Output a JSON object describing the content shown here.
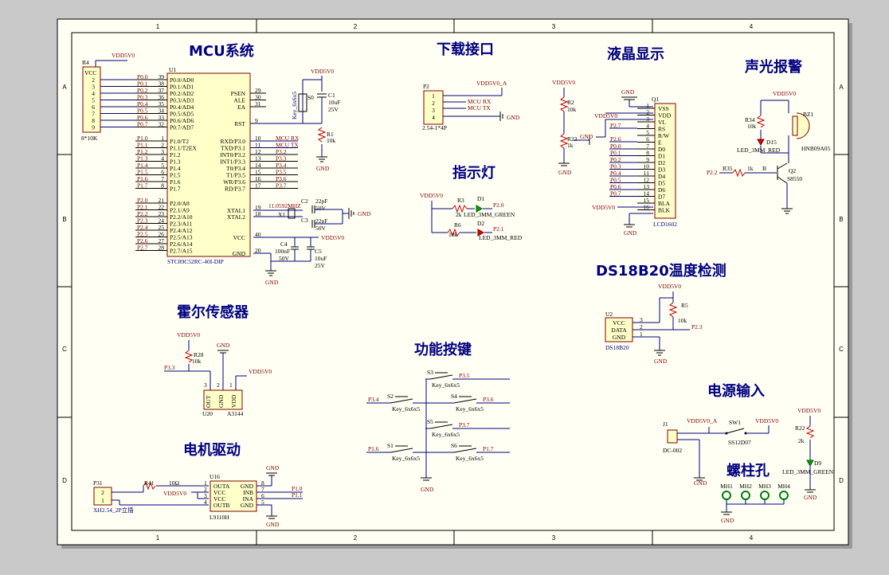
{
  "zones": {
    "cols": [
      "1",
      "2",
      "3",
      "4"
    ],
    "rows": [
      "A",
      "B",
      "C",
      "D"
    ]
  },
  "titles": {
    "mcu": "MCU系统",
    "download": "下载接口",
    "lcd": "液晶显示",
    "alarm": "声光报警",
    "indicator": "指示灯",
    "ds18b20": "DS18B20温度检测",
    "hall": "霍尔传感器",
    "keys": "功能按键",
    "power": "电源输入",
    "motor": "电机驱动",
    "holes": "螺柱孔"
  },
  "mcu": {
    "vdd": "VDD5V0",
    "r4": {
      "ref": "R4",
      "vcc": "VCC",
      "pins": [
        "2",
        "3",
        "4",
        "5",
        "6",
        "7",
        "8",
        "9"
      ],
      "value": "8*10K"
    },
    "u1": {
      "ref": "U1",
      "part": "STC89C52RC-40I-DIP",
      "p0_nets": [
        "P0.0",
        "P0.1",
        "P0.2",
        "P0.3",
        "P0.4",
        "P0.5",
        "P0.6",
        "P0.7"
      ],
      "p0_nums": [
        "39",
        "38",
        "37",
        "36",
        "35",
        "34",
        "33",
        "32"
      ],
      "p0_names": [
        "P0.0/AD0",
        "P0.1/AD1",
        "P0.2/AD2",
        "P0.3/AD3",
        "P0.4/AD4",
        "P0.5/AD5",
        "P0.6/AD6",
        "P0.7/AD7"
      ],
      "p1_nets": [
        "P1.0",
        "P1.1",
        "P1.2",
        "P1.3",
        "P1.4",
        "P1.5",
        "P1.6",
        "P1.7"
      ],
      "p1_nums": [
        "1",
        "2",
        "3",
        "4",
        "5",
        "6",
        "7",
        "8"
      ],
      "p1_names": [
        "P1.0/T2",
        "P1.1/T2EX",
        "P1.2",
        "P1.3",
        "P1.4",
        "P1.5",
        "P1.6",
        "P1.7"
      ],
      "p2_nets": [
        "P2.0",
        "P2.1",
        "P2.2",
        "P2.3",
        "P2.4",
        "P2.5",
        "P2.6",
        "P2.7"
      ],
      "p2_nums": [
        "21",
        "22",
        "23",
        "24",
        "25",
        "26",
        "27",
        "28"
      ],
      "p2_names": [
        "P2.0/A8",
        "P2.1/A9",
        "P2.2/A10",
        "P2.3/A11",
        "P2.4/A12",
        "P2.5/A13",
        "P2.6/A14",
        "P2.7/A15"
      ],
      "ctrl_names": [
        "PSEN",
        "ALE",
        "EA"
      ],
      "ctrl_nums": [
        "29",
        "30",
        "31"
      ],
      "rst": "RST",
      "rst_num": "9",
      "p3_names": [
        "RXD/P3.0",
        "TXD/P3.1",
        "INT0/P3.2",
        "INT1/P3.3",
        "T0/P3.4",
        "T1/P3.5",
        "WR/P3.6",
        "RD/P3.7"
      ],
      "p3_nums": [
        "10",
        "11",
        "12",
        "13",
        "14",
        "15",
        "16",
        "17"
      ],
      "p3_nets": [
        "MCU RX",
        "MCU TX",
        "P3.2",
        "P3.3",
        "P3.4",
        "P3.5",
        "P3.6",
        "P3.7"
      ],
      "xtal1": "XTAL1",
      "xtal2": "XTAL2",
      "xtal_nums": [
        "19",
        "18"
      ],
      "vcc": "VCC",
      "vcc_num": "40",
      "gnd": "GND",
      "gnd_num": "20"
    },
    "s0": "S0",
    "s0_part": "Key_6x6x5",
    "c1": {
      "ref": "C1",
      "val": "10uF",
      "volt": "25V"
    },
    "r1": {
      "ref": "R1",
      "val": "10k"
    },
    "x1": {
      "ref": "X1",
      "val": "11.0592MHZ"
    },
    "c2": {
      "ref": "C2",
      "val": "22pF",
      "volt": "50V"
    },
    "c3": {
      "ref": "C3",
      "val": "22pF",
      "volt": "50V"
    },
    "c4": {
      "ref": "C4",
      "val": "100nF",
      "volt": "50V"
    },
    "c5": {
      "ref": "C5",
      "val": "10uF",
      "volt": "25V"
    },
    "gnd": "GND"
  },
  "download": {
    "ref": "P2",
    "part": "2.54-1*4P",
    "vdd": "VDD5V0_A",
    "rx": "MCU RX",
    "tx": "MCU TX",
    "gnd": "GND",
    "pins": [
      "1",
      "2",
      "3",
      "4"
    ]
  },
  "indicator": {
    "vdd": "VDD5V0",
    "r3": "R3",
    "r3v": "2k",
    "d1": "D1",
    "d1p": "LED_3MM_GREEN",
    "n1": "P2.0",
    "r6": "R6",
    "r6v": "10k",
    "d2": "D2",
    "d2p": "LED_3MM_RED",
    "n2": "P2.1"
  },
  "lcd": {
    "vdd": "VDD5V0",
    "r2": "R2",
    "r2v": "10k",
    "r23": "R23",
    "r23v": "1k",
    "gnd": "GND",
    "q1": "Q1",
    "part": "LCD1602",
    "pins": [
      "VSS",
      "VDD",
      "VL",
      "RS",
      "R/W",
      "E",
      "D0",
      "D1",
      "D2",
      "D3",
      "D4",
      "D5",
      "D6",
      "D7",
      "BLA",
      "BLK"
    ],
    "nums": [
      "1",
      "2",
      "3",
      "4",
      "5",
      "6",
      "7",
      "8",
      "9",
      "10",
      "11",
      "12",
      "13",
      "14",
      "15",
      "16"
    ],
    "nets": [
      "P2.7",
      "P2.6",
      "P0.0",
      "P0.1",
      "P0.2",
      "P0.3",
      "P0.4",
      "P0.5",
      "P0.6",
      "P0.7"
    ]
  },
  "alarm": {
    "vdd": "VDD5V0",
    "r34": "R34",
    "r34v": "10k",
    "d15": "D15",
    "d15p": "LED_3MM_RED",
    "bz": "BZ1",
    "bzp": "HNB09A05",
    "net": "P2.2",
    "r35": "R35",
    "r35v": "1k",
    "q2": "Q2",
    "q2p": "S8550",
    "b": "B"
  },
  "ds18b20": {
    "vdd": "VDD5V0",
    "r5": "R5",
    "r5v": "10k",
    "u2": "U2",
    "part": "DS18B20",
    "pins": [
      "VCC",
      "DATA",
      "GND"
    ],
    "nums": [
      "3",
      "2",
      "1"
    ],
    "net": "P2.3",
    "gnd": "GND"
  },
  "hall": {
    "vdd": "VDD5V0",
    "r28": "R28",
    "r28v": "10k",
    "net": "P3.3",
    "gnd": "GND",
    "vdd2": "VDD5V0",
    "u20": "U20",
    "part": "A3144",
    "pins": [
      "OUT",
      "GND",
      "VDD"
    ],
    "nums": [
      "3",
      "2",
      "1"
    ]
  },
  "keys": {
    "items": [
      {
        "ref": "S3",
        "part": "Key_6x6x5",
        "net": "P3.5"
      },
      {
        "ref": "S2",
        "part": "Key_6x6x5",
        "net": "P3.4"
      },
      {
        "ref": "S4",
        "part": "Key_6x6x5",
        "net": "P3.6"
      },
      {
        "ref": "S5",
        "part": "Key_6x6x5",
        "net": "P3.7"
      },
      {
        "ref": "S1",
        "part": "Key_6x6x5",
        "net": "P1.6"
      },
      {
        "ref": "S6",
        "part": "Key_6x6x5",
        "net": "P1.7"
      }
    ],
    "gnd": "GND"
  },
  "power": {
    "j1": "J1",
    "j1p": "DC-002",
    "vdda": "VDD5V0_A",
    "sw": "SW1",
    "swp": "SS12D07",
    "vdd": "VDD5V0",
    "r22": "R22",
    "r22v": "2k",
    "d9": "D9",
    "d9p": "LED_3MM_GREEN",
    "vdd2": "VDD5V0",
    "gnd": "GND"
  },
  "motor": {
    "p31": "P31",
    "p31p": "XH2.54_2P立插",
    "r41": "R41",
    "r41v": "10Ω",
    "vdd": "VDD5V0",
    "u16": "U16",
    "part": "L9110H",
    "left": [
      "OUTA",
      "VCC",
      "VCC",
      "OUTB"
    ],
    "lnum": [
      "1",
      "2",
      "3",
      "4"
    ],
    "right": [
      "GND",
      "INB",
      "INA",
      "GND"
    ],
    "rnum": [
      "8",
      "7",
      "6",
      "5"
    ],
    "nets": [
      "P1.0",
      "P1.1"
    ],
    "gnd": "GND",
    "pins": [
      "2",
      "1"
    ]
  },
  "holes": {
    "items": [
      "MH1",
      "MH2",
      "MH3",
      "MH4"
    ],
    "gnd": "GND"
  }
}
